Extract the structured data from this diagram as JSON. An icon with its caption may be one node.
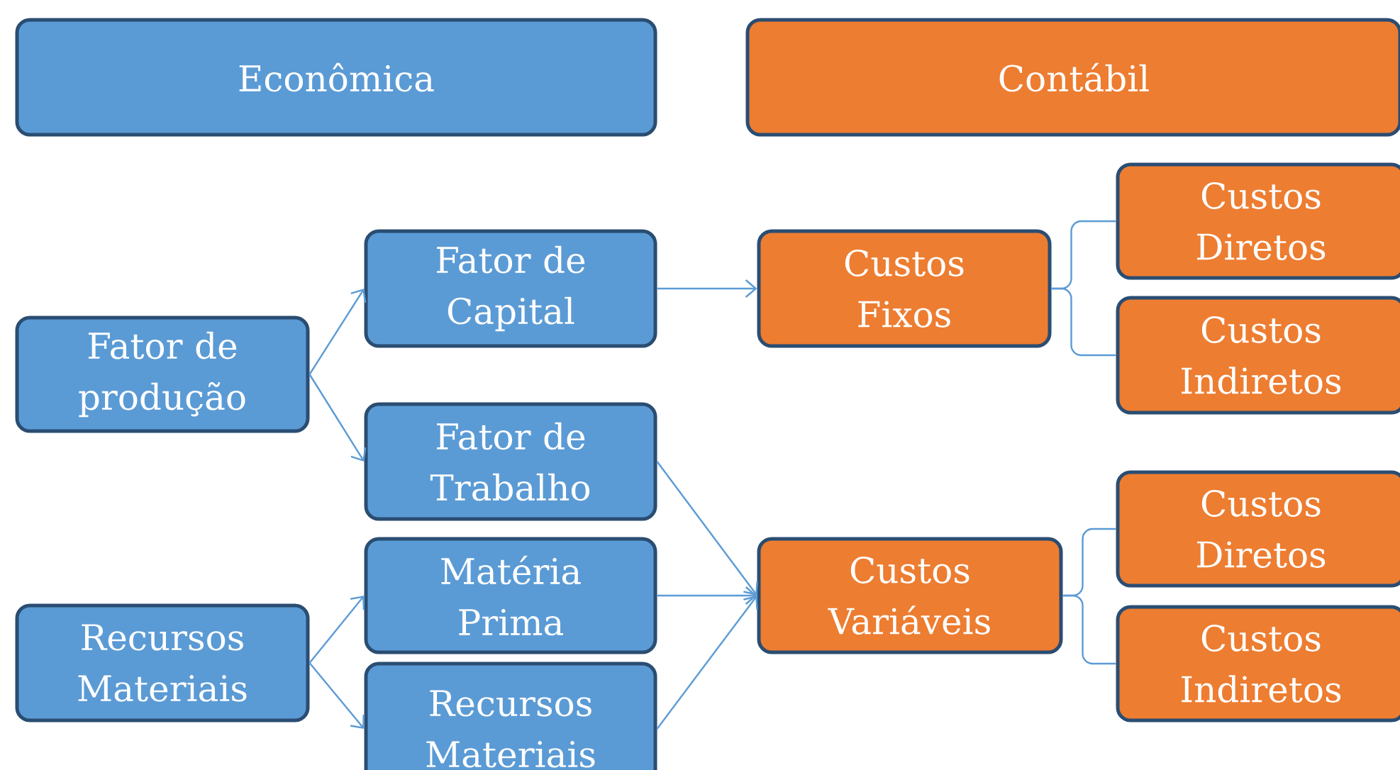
{
  "diagram": {
    "nodes": [
      {
        "text": [
          "Econômica"
        ]
      },
      {
        "text": [
          "Contábil"
        ]
      },
      {
        "text": [
          "Fator de produção"
        ]
      },
      {
        "text": [
          "Fator de Capital"
        ]
      },
      {
        "text": [
          "Fator de Trabalho"
        ]
      },
      {
        "text": [
          "Recursos Materiais"
        ]
      },
      {
        "text": [
          "Matéria Prima"
        ]
      },
      {
        "text": [
          "Recursos Materiais"
        ]
      },
      {
        "text": [
          "Custos Fixos"
        ]
      },
      {
        "text": [
          "Custos Diretos"
        ]
      },
      {
        "text": [
          "Custos Indiretos"
        ]
      },
      {
        "text": [
          "Custos Variáveis"
        ]
      },
      {
        "text": [
          "Custos Diretos"
        ]
      },
      {
        "text": [
          "Custos Indiretos"
        ]
      }
    ],
    "edges": [
      {
        "from": 2,
        "to": 3,
        "arrow": "to"
      },
      {
        "from": 2,
        "to": 4,
        "arrow": "to"
      },
      {
        "from": 5,
        "to": 6,
        "arrow": "to"
      },
      {
        "from": 5,
        "to": 7,
        "arrow": "to"
      },
      {
        "from": 3,
        "to": 8,
        "arrow": "to"
      },
      {
        "from": 4,
        "to": 11,
        "arrow": "to"
      },
      {
        "from": 6,
        "to": 11,
        "arrow": "to"
      },
      {
        "from": 7,
        "to": 11,
        "arrow": "to"
      },
      {
        "from": 8,
        "to": 9,
        "arrow": "none"
      },
      {
        "from": 8,
        "to": 10,
        "arrow": "none"
      },
      {
        "from": 11,
        "to": 12,
        "arrow": "none"
      },
      {
        "from": 11,
        "to": 13,
        "arrow": "none"
      }
    ]
  }
}
